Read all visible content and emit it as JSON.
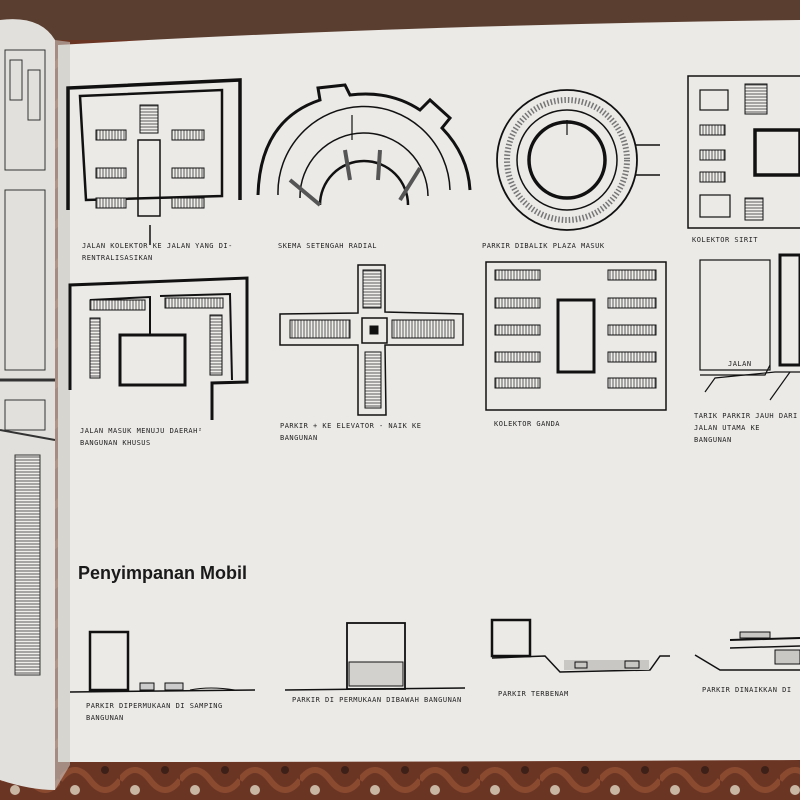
{
  "colors": {
    "carpet": "#6b3524",
    "page": "#eceae7",
    "ink": "#1a1a1a",
    "shade": "#b9b7b4"
  },
  "section_heading": "Penyimpanan Mobil",
  "row1_captions": {
    "c1": "Jalan kolektor ke jalan yang di-rentralisasikan",
    "c2": "Skema setengah radial",
    "c3": "Parkir dibalik plaza masuk",
    "c4": "Kolektor Sirit"
  },
  "row2_captions": {
    "c1": "Jalan masuk menuju daerah² bangunan khusus",
    "c2": "Parkir + ke elevator - naik ke bangunan",
    "c3": "Kolektor ganda",
    "c4": "Tarik parkir jauh dari jalan utama ke bangunan",
    "road_label": "Jalan"
  },
  "section_captions": {
    "c1": "Parkir dipermukaan di samping bangunan",
    "c2": "Parkir di permukaan dibawah bangunan",
    "c3": "Parkir terbenam",
    "c4": "Parkir dinaikkan di"
  }
}
